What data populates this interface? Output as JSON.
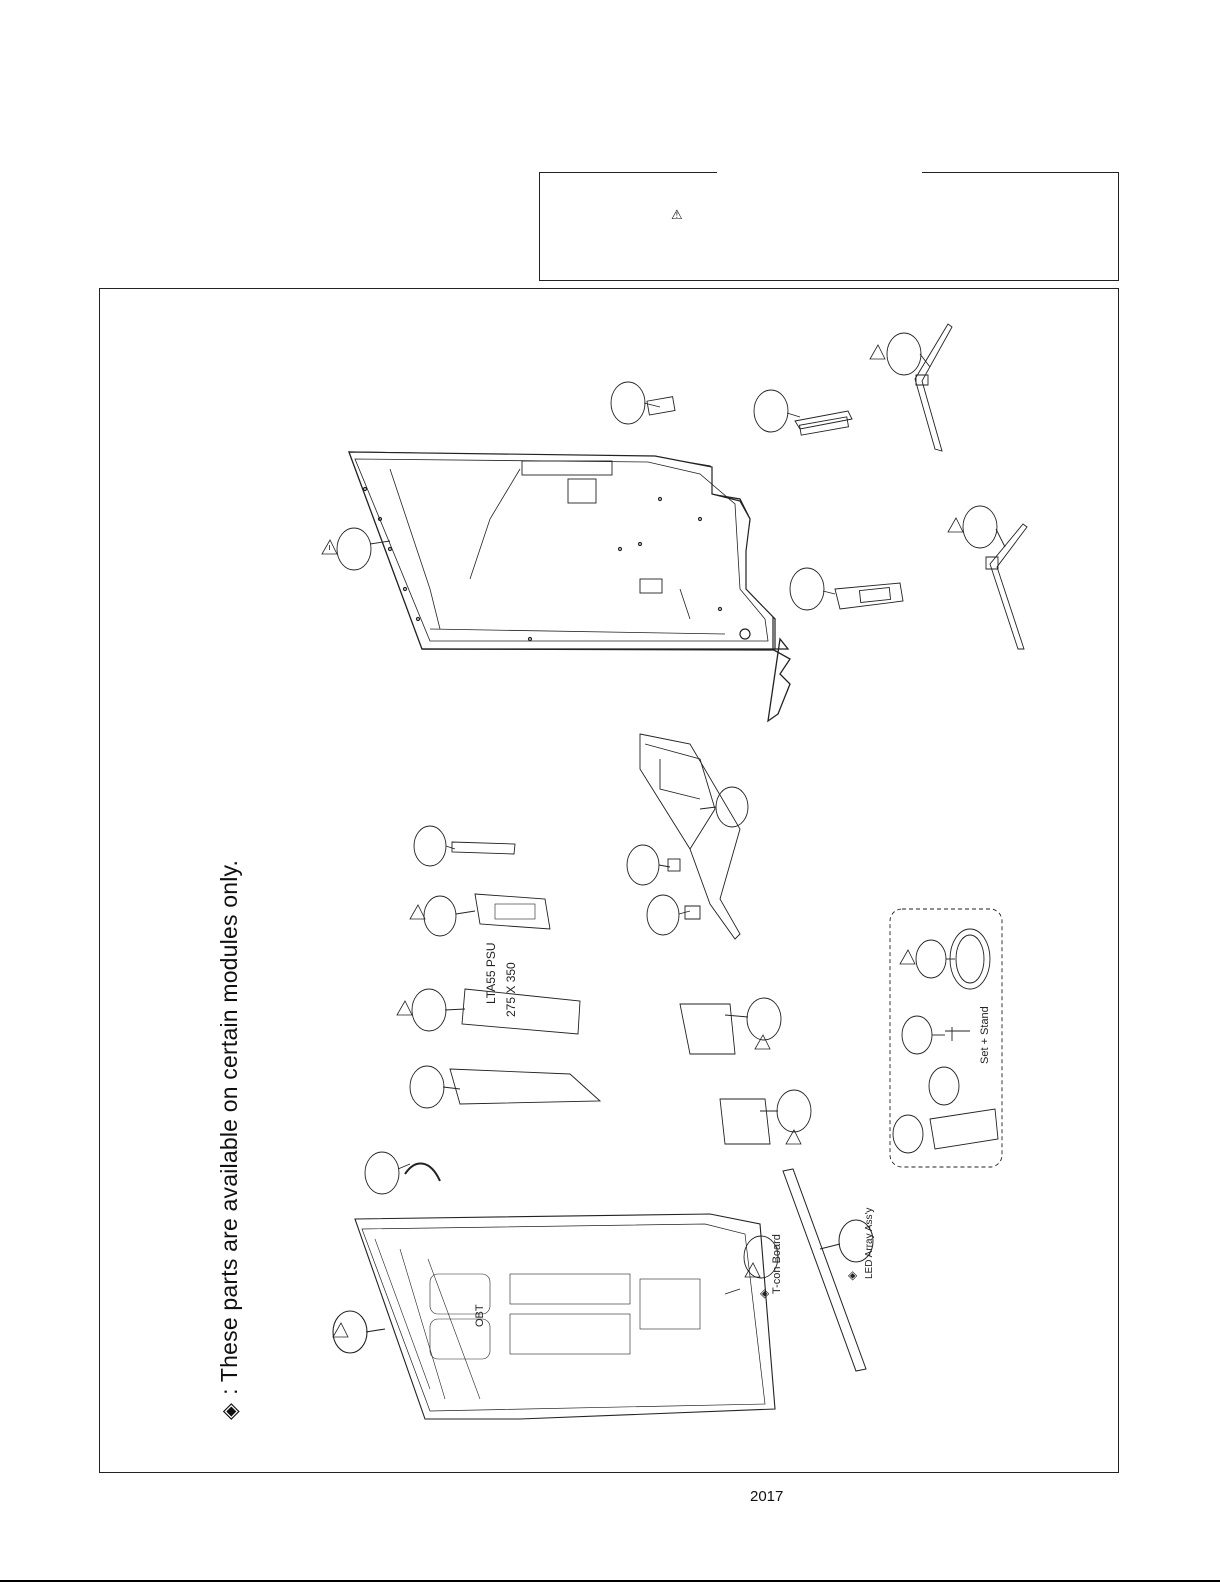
{
  "notice": {
    "warning_symbol": "⚠"
  },
  "diagram": {
    "note_marker": "◈",
    "note_text": ": These parts are available on certain modules only.",
    "labels": {
      "tcon": "T-con Board",
      "led": "LED Array Ass'y",
      "set_stand": "Set + Stand",
      "board1_line1": "LTA55 PSU",
      "board1_line2": "275 X 350",
      "panel_code": "OBT"
    }
  },
  "footer": {
    "year": "2017"
  },
  "colors": {
    "line": "#222222",
    "background": "#ffffff"
  }
}
